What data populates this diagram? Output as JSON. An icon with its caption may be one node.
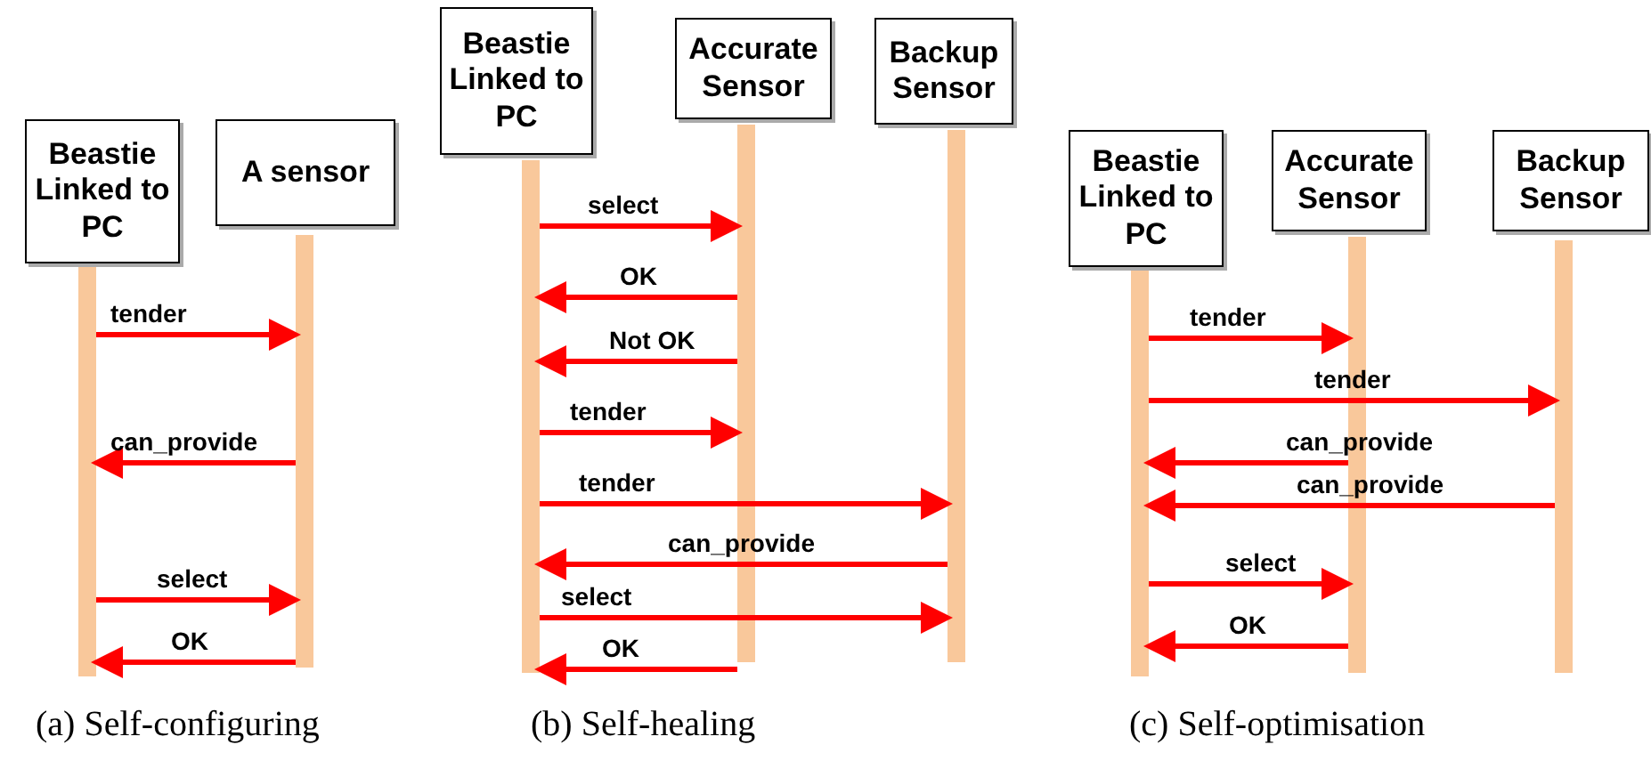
{
  "diagram": {
    "nodes": [
      {
        "text": [
          "Beastie Linked to PC"
        ]
      },
      {
        "text": [
          "A sensor"
        ]
      },
      {
        "text": [],
        "shape": "bar"
      },
      {
        "text": [],
        "shape": "bar"
      },
      {
        "text": [
          "Beastie Linked to PC"
        ]
      },
      {
        "text": [
          "Accurate Sensor"
        ]
      },
      {
        "text": [
          "Backup Sensor"
        ]
      },
      {
        "text": [],
        "shape": "bar"
      },
      {
        "text": [],
        "shape": "bar"
      },
      {
        "text": [],
        "shape": "bar"
      },
      {
        "text": [
          "Beastie Linked to PC"
        ]
      },
      {
        "text": [
          "Accurate Sensor"
        ]
      },
      {
        "text": [
          "Backup Sensor"
        ]
      },
      {
        "text": [],
        "shape": "bar"
      },
      {
        "text": [],
        "shape": "bar"
      },
      {
        "text": [],
        "shape": "bar"
      }
    ],
    "edges": [
      {
        "from": 2,
        "to": 3,
        "arrow": "to",
        "label": "tender"
      },
      {
        "from": 3,
        "to": 2,
        "arrow": "to",
        "label": "can_provide"
      },
      {
        "from": 2,
        "to": 3,
        "arrow": "to",
        "label": "select"
      },
      {
        "from": 3,
        "to": 2,
        "arrow": "to",
        "label": "OK"
      },
      {
        "from": 7,
        "to": 8,
        "arrow": "to",
        "label": "select"
      },
      {
        "from": 8,
        "to": 7,
        "arrow": "to",
        "label": "OK"
      },
      {
        "from": 8,
        "to": 7,
        "arrow": "to",
        "label": "Not OK"
      },
      {
        "from": 7,
        "to": 8,
        "arrow": "to",
        "label": "tender"
      },
      {
        "from": 7,
        "to": 9,
        "arrow": "to",
        "label": "tender"
      },
      {
        "from": 9,
        "to": 7,
        "arrow": "to",
        "label": "can_provide"
      },
      {
        "from": 7,
        "to": 9,
        "arrow": "to",
        "label": "select"
      },
      {
        "from": 8,
        "to": 7,
        "arrow": "to",
        "label": "OK"
      },
      {
        "from": 13,
        "to": 14,
        "arrow": "to",
        "label": "tender"
      },
      {
        "from": 13,
        "to": 15,
        "arrow": "to",
        "label": "tender"
      },
      {
        "from": 14,
        "to": 13,
        "arrow": "to",
        "label": "can_provide"
      },
      {
        "from": 15,
        "to": 13,
        "arrow": "to",
        "label": "can_provide"
      },
      {
        "from": 13,
        "to": 14,
        "arrow": "to",
        "label": "select"
      },
      {
        "from": 14,
        "to": 13,
        "arrow": "to",
        "label": "OK"
      }
    ],
    "labels": [
      "(a) Self-configuring",
      "(b) Self-healing",
      "(c) Self-optimisation"
    ]
  }
}
